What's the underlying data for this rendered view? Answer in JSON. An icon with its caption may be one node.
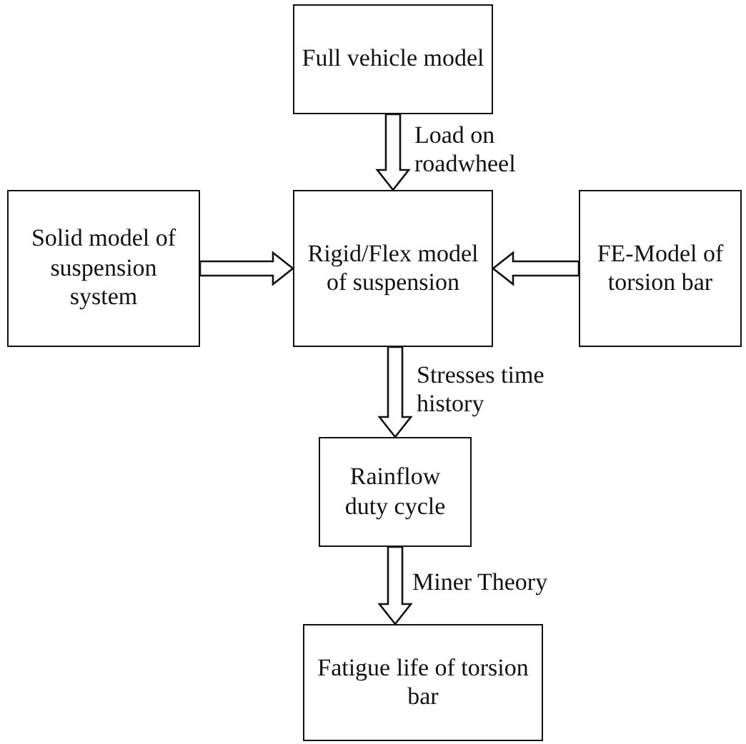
{
  "diagram": {
    "nodes": [
      {
        "text": [
          "Full vehicle model"
        ]
      },
      {
        "text": [
          "Solid model of suspension system"
        ]
      },
      {
        "text": [
          "Rigid/Flex model of suspension"
        ]
      },
      {
        "text": [
          "FE-Model of torsion bar"
        ]
      },
      {
        "text": [
          "Rainflow duty cycle"
        ]
      },
      {
        "text": [
          "Fatigue life of torsion bar"
        ]
      }
    ],
    "edges": [
      {
        "from": 0,
        "to": 2,
        "arrow": "to",
        "label": "Load on roadwheel"
      },
      {
        "from": 1,
        "to": 2,
        "arrow": "to"
      },
      {
        "from": 3,
        "to": 2,
        "arrow": "to"
      },
      {
        "from": 2,
        "to": 4,
        "arrow": "to",
        "label": "Stresses time history"
      },
      {
        "from": 4,
        "to": 5,
        "arrow": "to",
        "label": "Miner Theory"
      }
    ]
  }
}
